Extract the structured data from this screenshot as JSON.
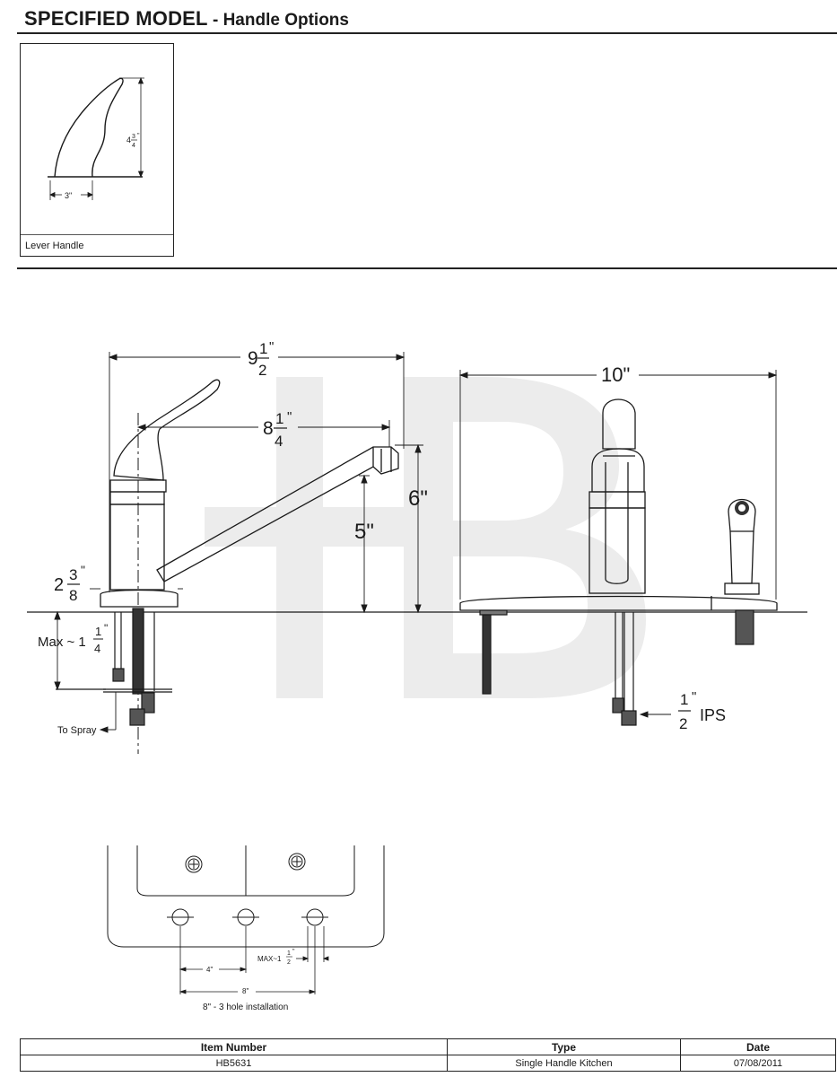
{
  "header": {
    "title_main": "SPECIFIED MODEL",
    "title_sub": " - Handle Options"
  },
  "handle_option": {
    "label": "Lever Handle",
    "height_whole": "4",
    "height_num": "3",
    "height_den": "4",
    "height_mark": "\"",
    "width": "3\""
  },
  "side_view": {
    "overall_length_whole": "9",
    "overall_length_num": "1",
    "overall_length_den": "2",
    "reach_whole": "8",
    "reach_num": "1",
    "reach_den": "4",
    "inch_mark": "\"",
    "spout_height": "6\"",
    "clearance": "5\"",
    "base_height_whole": "2",
    "base_height_num": "3",
    "base_height_den": "8",
    "deck_thickness_prefix": "Max ~ 1",
    "deck_thickness_num": "1",
    "deck_thickness_den": "4",
    "to_spray": "To Spray"
  },
  "front_view": {
    "width": "10\"",
    "ips_num": "1",
    "ips_den": "2",
    "ips_mark": "\"",
    "ips_suffix": "IPS"
  },
  "plate": {
    "hole_spacing": "4\"",
    "max_prefix": "MAX~1",
    "max_num": "1",
    "max_den": "2",
    "max_mark": "\"",
    "span": "8\"",
    "caption": "8\" - 3 hole installation"
  },
  "spec_table": {
    "headers": [
      "Item Number",
      "Type",
      "Date"
    ],
    "row": [
      "HB5631",
      "Single Handle Kitchen",
      "07/08/2011"
    ]
  }
}
